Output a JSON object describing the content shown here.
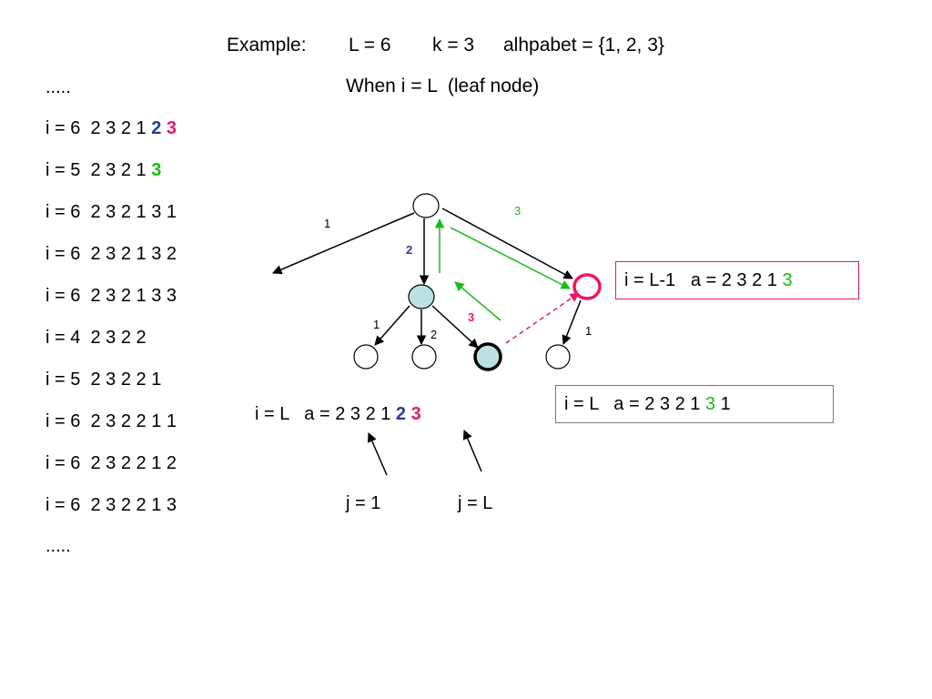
{
  "title": {
    "example": "Example:",
    "L": "L = 6",
    "k": "k = 3",
    "alphabet": "alhpabet = {1, 2, 3}"
  },
  "subtitle": "When i = L  (leaf node)",
  "colors": {
    "blue": "#2e3b97",
    "magenta": "#e8186a",
    "green": "#1aba1a",
    "node_fill": "#bde0e0",
    "box_border_pink": "#e8186a",
    "box_border_gray": "#777777",
    "dashed_arrow": "#e8186a"
  },
  "trace": {
    "dots_top": ".....",
    "line1_prefix": "i = 6  2 3 2 1 ",
    "line1_blue": "2",
    "line1_magenta": "3",
    "line2_prefix": "i = 5  2 3 2 1 ",
    "line2_green": "3",
    "line3": "i = 6  2 3 2 1 3 1",
    "line4": "i = 6  2 3 2 1 3 2",
    "line5": "i = 6  2 3 2 1 3 3",
    "line6": "i = 4  2 3 2 2",
    "line7": "i = 5  2 3 2 2 1",
    "line8": "i = 6  2 3 2 2 1 1",
    "line9": "i = 6  2 3 2 2 1 2",
    "line10": "i = 6  2 3 2 2 1 3",
    "dots_bottom": "....."
  },
  "tree": {
    "edge_root_left": "1",
    "edge_root_mid": "2",
    "edge_root_right": "3",
    "edge_mid_left": "1",
    "edge_mid_mid": "2",
    "edge_mid_right": "3",
    "edge_right_child": "1"
  },
  "box_pink": {
    "prefix": "i = L-1   a = 2 3 2 1 ",
    "green": "3"
  },
  "box_gray": {
    "prefix": "i = L   a = 2 3 2 1 ",
    "green": "3",
    "suffix": " 1"
  },
  "array_label": {
    "prefix": "i = L   a = 2 3 2 1 ",
    "blue": "2",
    "magenta": "3"
  },
  "pointers": {
    "j1": "j = 1",
    "jL": "j = L"
  }
}
